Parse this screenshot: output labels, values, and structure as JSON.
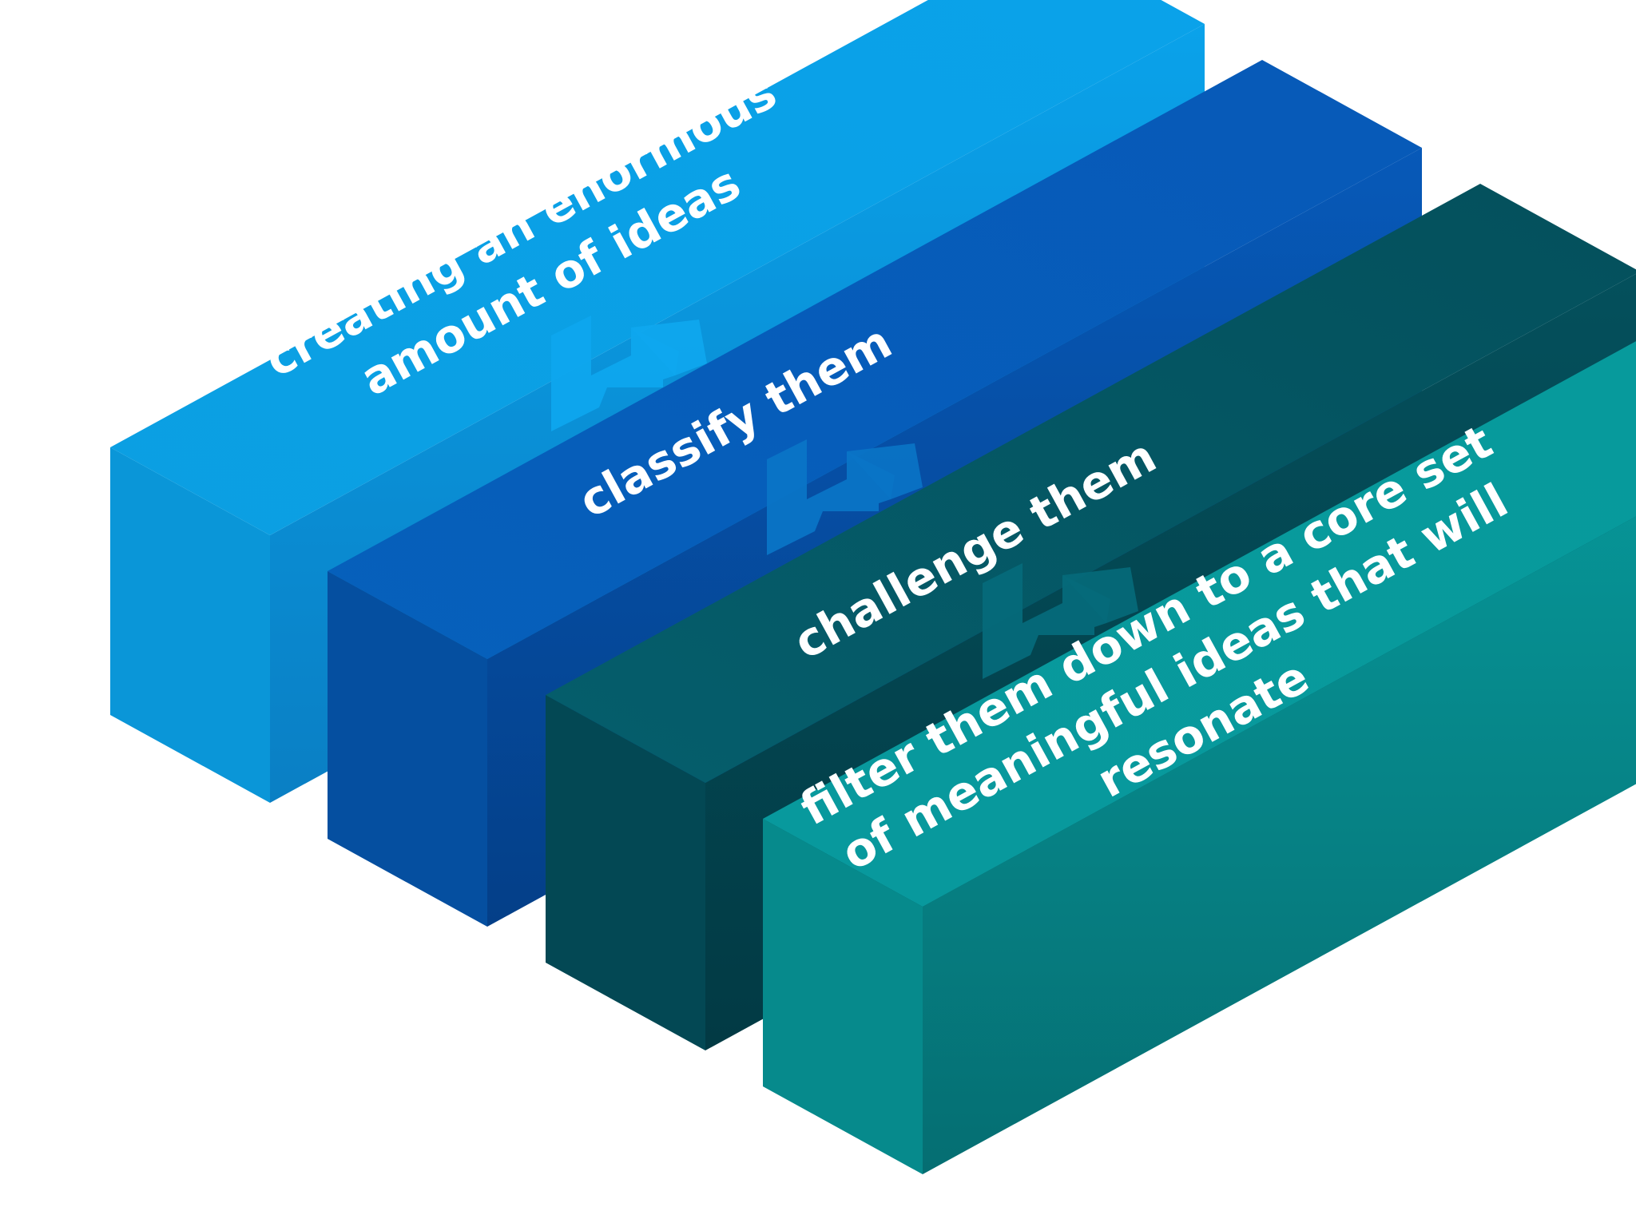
{
  "diagram": {
    "steps": [
      {
        "lines": [
          "creating an enormous",
          "amount of ideas"
        ],
        "colors": {
          "top": "#0b9fe2",
          "front": "#0aa2ea",
          "side": "#0a96d8",
          "frontDark": "#0a7fc4"
        }
      },
      {
        "lines": [
          "classify them"
        ],
        "colors": {
          "top": "#0660bb",
          "front": "#0759b8",
          "side": "#054fa0",
          "frontDark": "#043f88"
        }
      },
      {
        "lines": [
          "challenge them"
        ],
        "colors": {
          "top": "#055e6c",
          "front": "#04505c",
          "side": "#034854",
          "frontDark": "#023a44"
        }
      },
      {
        "lines": [
          "filter them down to a core set",
          "of meaningful ideas that will",
          "resonate"
        ],
        "colors": {
          "top": "#08999d",
          "front": "#079a9c",
          "side": "#068a8c",
          "frontDark": "#056e72"
        }
      }
    ],
    "arrow_colors": [
      "#0ea7ee",
      "#0a74c6",
      "#056a7a"
    ]
  }
}
